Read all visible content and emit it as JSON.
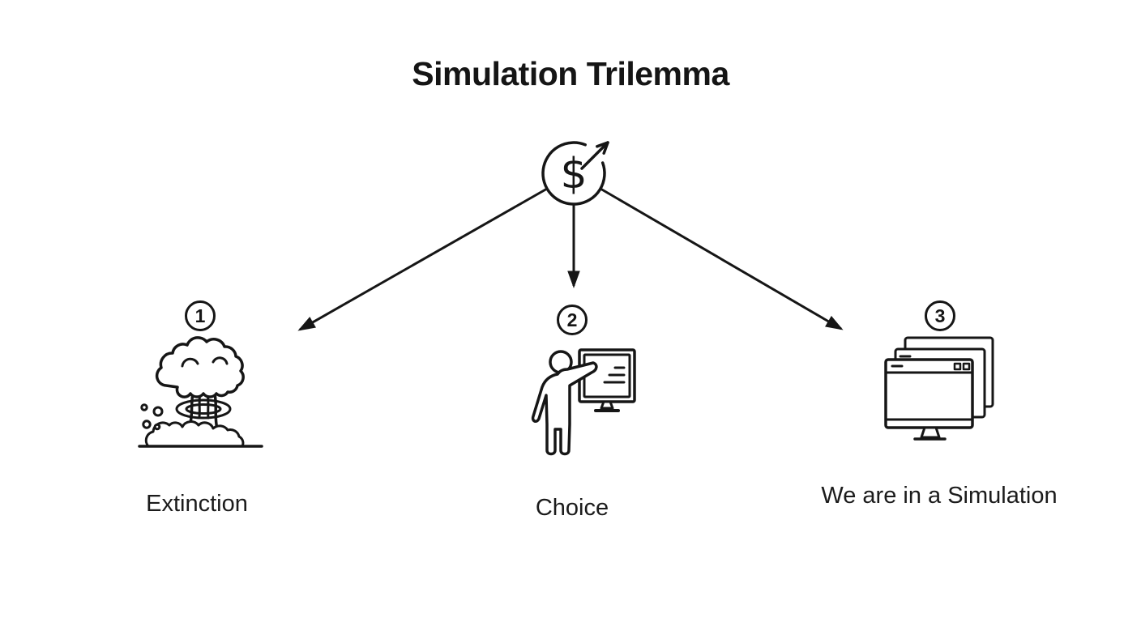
{
  "title": "Simulation Trilemma",
  "center_icon": {
    "name": "dollar-growth-icon",
    "symbol": "$"
  },
  "options": [
    {
      "number": "1",
      "label": "Extinction",
      "icon": "mushroom-cloud-icon"
    },
    {
      "number": "2",
      "label": "Choice",
      "icon": "person-presenting-icon"
    },
    {
      "number": "3",
      "label": "We are in a Simulation",
      "icon": "stacked-windows-icon"
    }
  ],
  "colors": {
    "ink": "#161616",
    "background": "#ffffff"
  }
}
